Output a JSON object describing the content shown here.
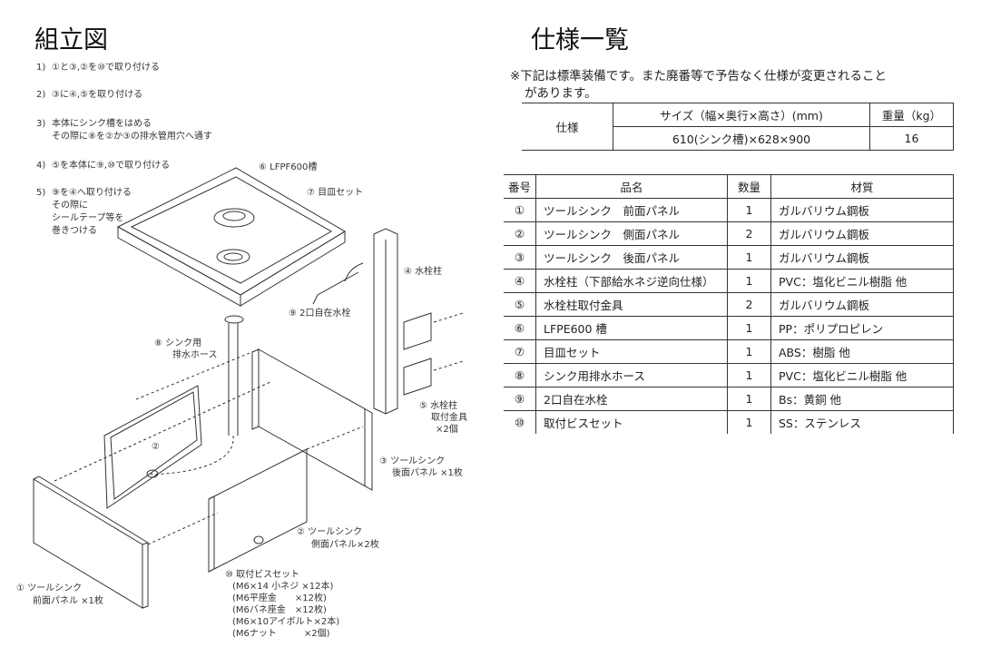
{
  "left": {
    "title": "組立図",
    "steps": [
      {
        "n": "1)",
        "lines": [
          "①と③,②を⑩で取り付ける"
        ]
      },
      {
        "n": "2)",
        "lines": [
          "③に④,⑤を取り付ける"
        ]
      },
      {
        "n": "3)",
        "lines": [
          "本体にシンク槽をはめる",
          "その際に⑧を②か③の排水管用穴へ通す"
        ]
      },
      {
        "n": "4)",
        "lines": [
          "⑤を本体に⑨,⑩で取り付ける"
        ]
      },
      {
        "n": "5)",
        "lines": [
          "⑨を④へ取り付ける",
          "その際に",
          "シールテープ等を",
          "巻きつける"
        ]
      }
    ],
    "labels": {
      "tank": "⑥ LFPF600槽",
      "drain_set": "⑦ 目皿セット",
      "post": "④ 水栓柱",
      "faucet": "⑨ 2口自在水栓",
      "hose1": "⑧ シンク用",
      "hose2": "排水ホース",
      "bracket1": "⑤ 水栓柱",
      "bracket2": "取付金具",
      "bracket3": "×2個",
      "rear1": "③ ツールシンク",
      "rear2": "後面パネル ×1枚",
      "side_mark": "②",
      "side1": "② ツールシンク",
      "side2": "側面パネル×2枚",
      "front1": "① ツールシンク",
      "front2": "前面パネル ×1枚",
      "screws": [
        "⑩ 取付ビスセット",
        "(M6×14 小ネジ ×12本)",
        "(M6平座金　　×12枚)",
        "(M6バネ座金　×12枚)",
        "(M6×10アイボルト×2本)",
        "(M6ナット　　　×2個)"
      ]
    }
  },
  "right": {
    "title": "仕様一覧",
    "note1": "※下記は標準装備です。また廃番等で予告なく仕様が変更されること",
    "note2": "があります。",
    "spec": {
      "label": "仕様",
      "size_header": "サイズ（幅×奥行×高さ）(mm)",
      "weight_header": "重量（kg）",
      "size": "610(シンク槽)×628×900",
      "weight": "16"
    },
    "parts": {
      "headers": [
        "番号",
        "品名",
        "数量",
        "材質"
      ],
      "rows": [
        [
          "①",
          "ツールシンク　前面パネル",
          "1",
          "ガルバリウム鋼板"
        ],
        [
          "②",
          "ツールシンク　側面パネル",
          "2",
          "ガルバリウム鋼板"
        ],
        [
          "③",
          "ツールシンク　後面パネル",
          "1",
          "ガルバリウム鋼板"
        ],
        [
          "④",
          "水栓柱（下部給水ネジ逆向仕様）",
          "1",
          "PVC：塩化ビニル樹脂 他"
        ],
        [
          "⑤",
          "水栓柱取付金具",
          "2",
          "ガルバリウム鋼板"
        ],
        [
          "⑥",
          "LFPE600 槽",
          "1",
          "PP：ポリプロピレン"
        ],
        [
          "⑦",
          "目皿セット",
          "1",
          "ABS：樹脂 他"
        ],
        [
          "⑧",
          "シンク用排水ホース",
          "1",
          "PVC：塩化ビニル樹脂 他"
        ],
        [
          "⑨",
          "2口自在水栓",
          "1",
          "Bs：黄銅 他"
        ],
        [
          "⑩",
          "取付ビスセット",
          "1",
          "SS：ステンレス"
        ]
      ]
    }
  }
}
